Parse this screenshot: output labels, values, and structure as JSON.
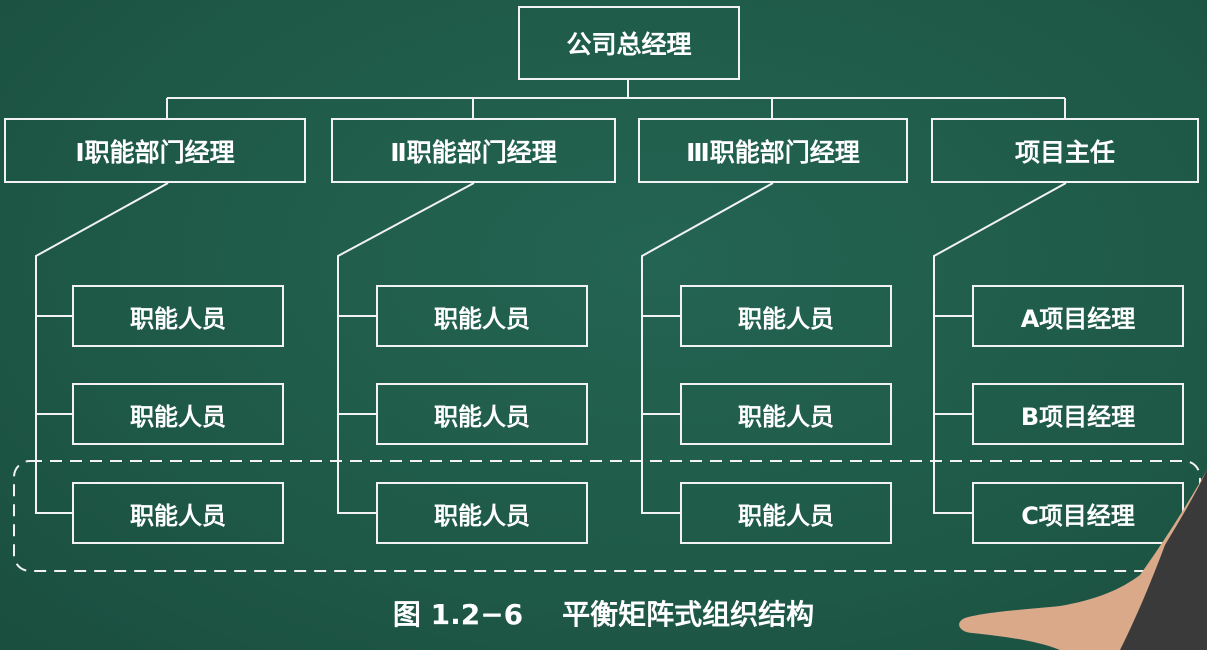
{
  "org_chart": {
    "top": {
      "label": "公司总经理"
    },
    "managers": [
      {
        "label": "Ⅰ职能部门经理",
        "children": [
          "职能人员",
          "职能人员",
          "职能人员"
        ]
      },
      {
        "label": "Ⅱ职能部门经理",
        "children": [
          "职能人员",
          "职能人员",
          "职能人员"
        ]
      },
      {
        "label": "Ⅲ职能部门经理",
        "children": [
          "职能人员",
          "职能人员",
          "职能人员"
        ]
      },
      {
        "label": "项目主任",
        "children": [
          "A项目经理",
          "B项目经理",
          "C项目经理"
        ]
      }
    ]
  },
  "caption": "图 1.2−6    平衡矩阵式组织结构",
  "colors": {
    "board": "#1f5a48",
    "line": "#f2f2f2",
    "text": "#ffffff"
  }
}
